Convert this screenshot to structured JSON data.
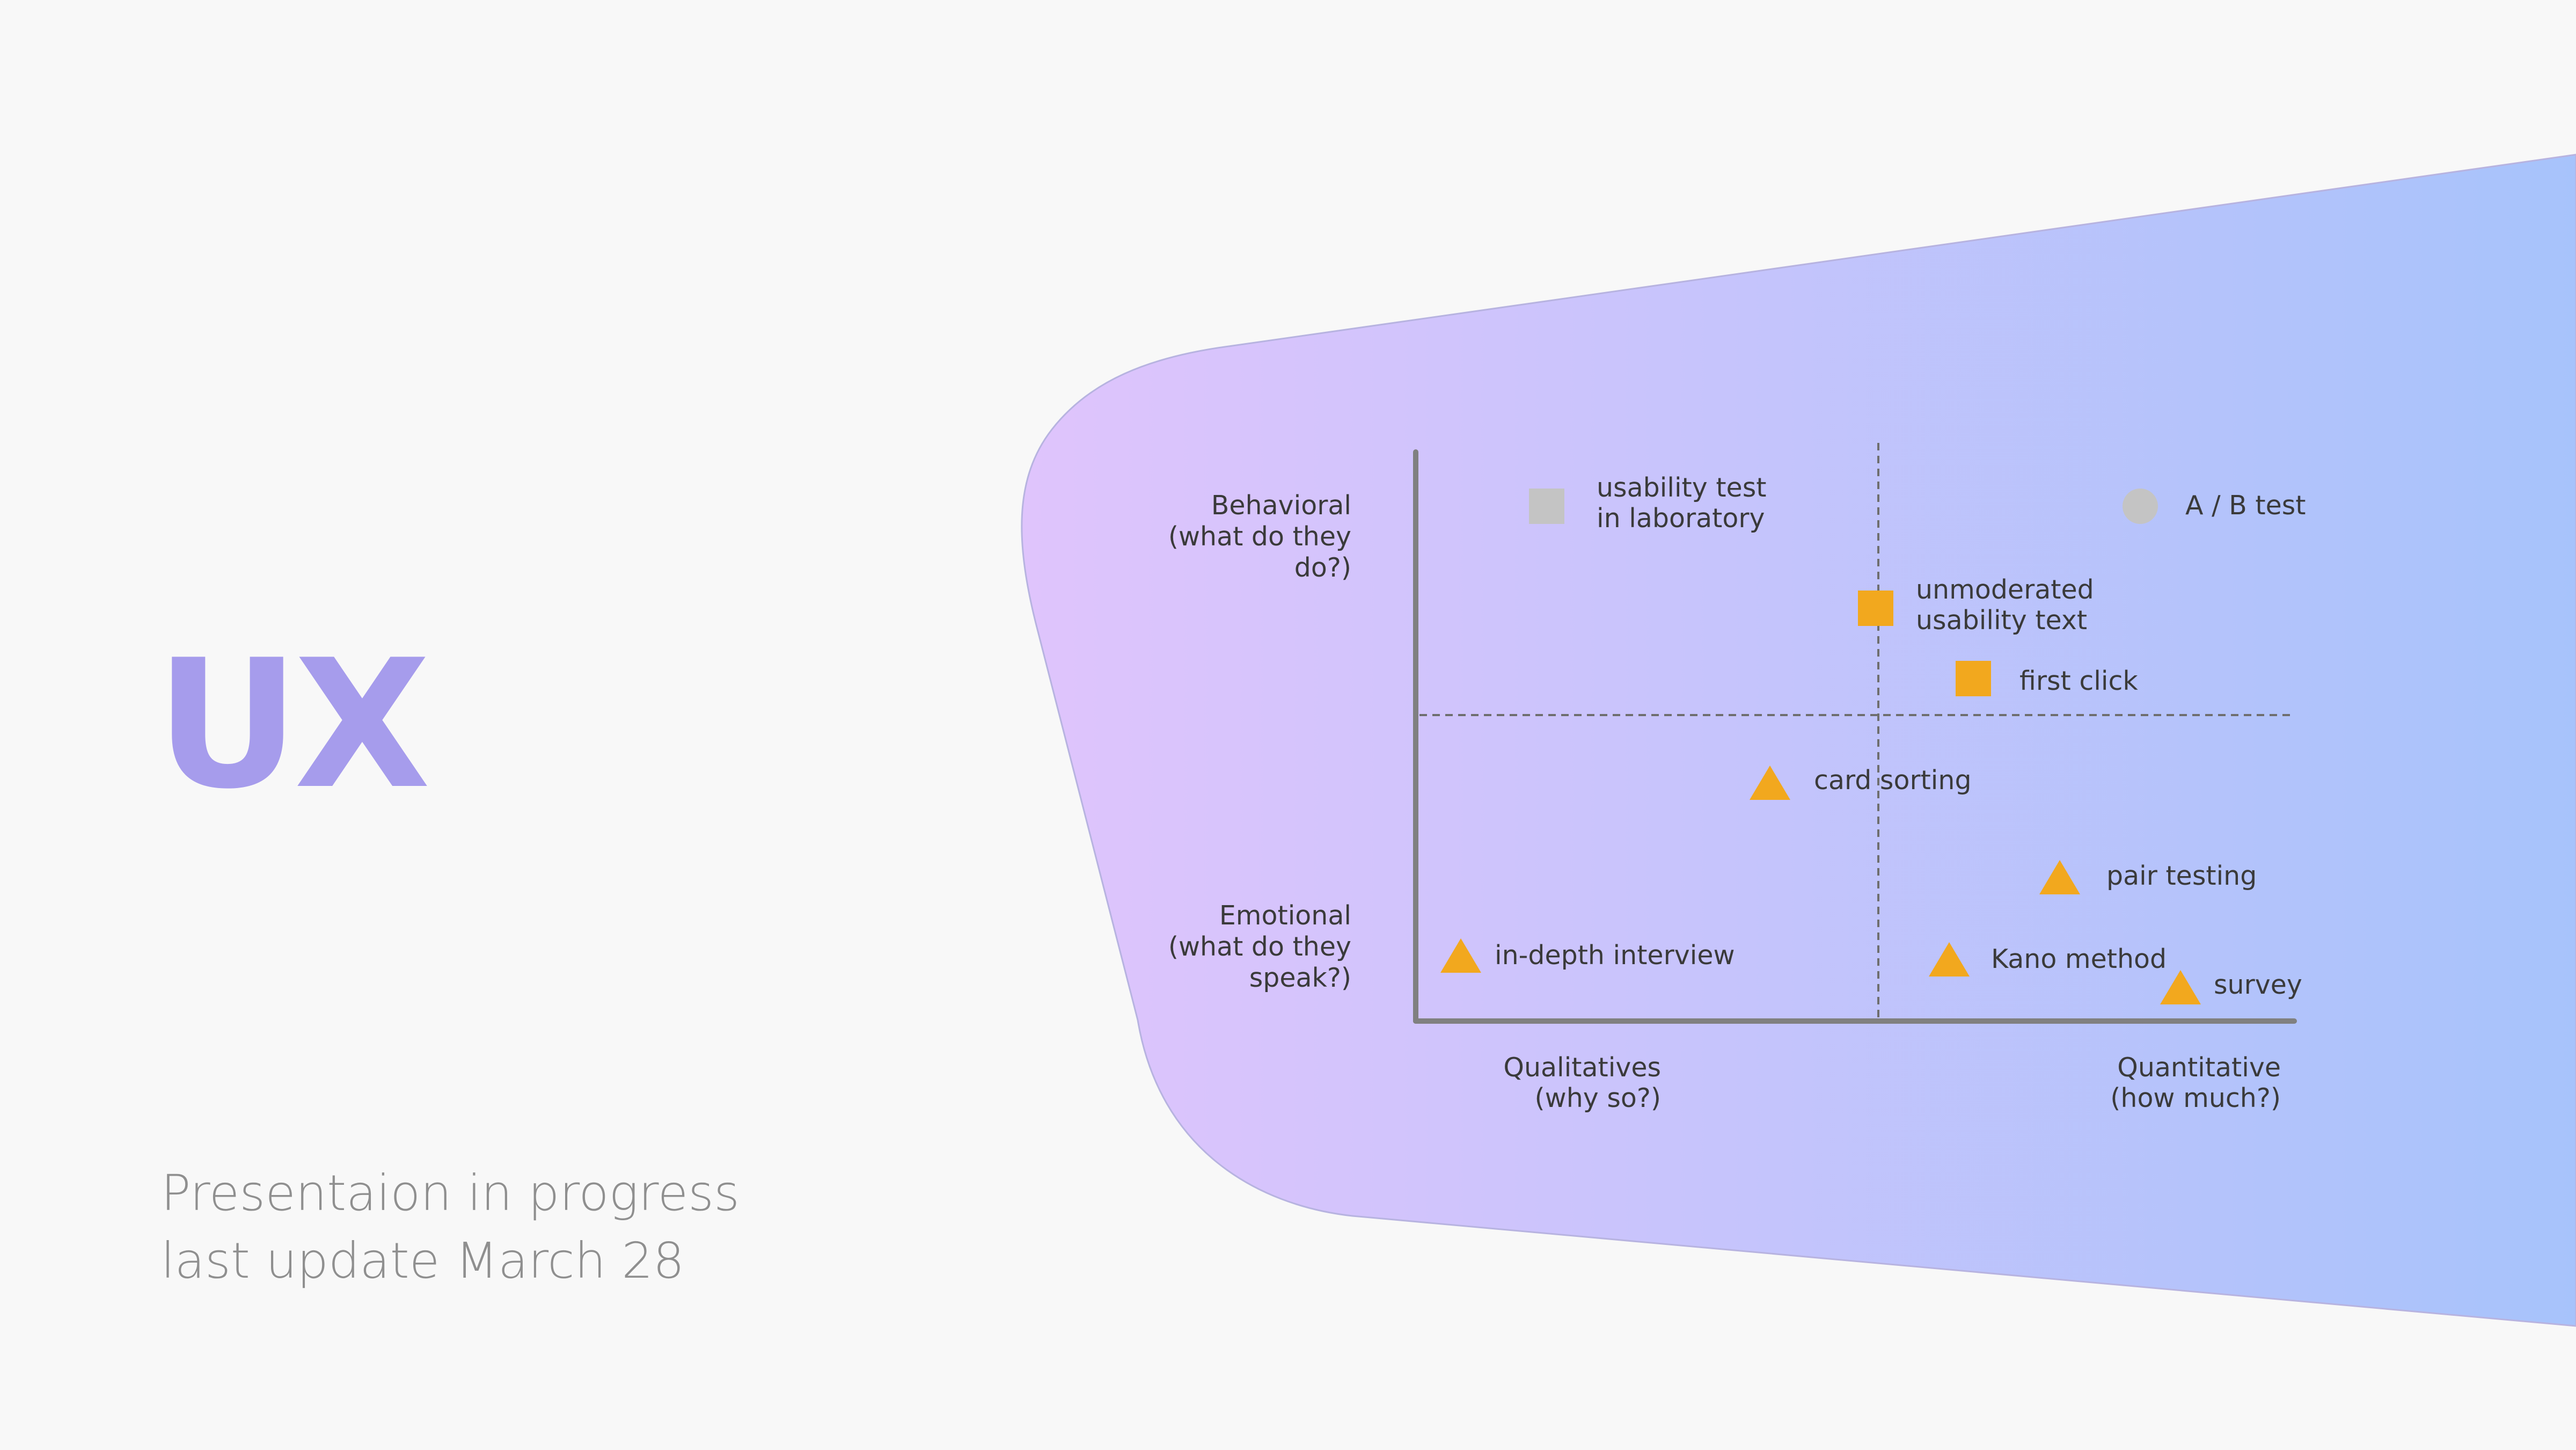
{
  "title": "UX",
  "subtitle": {
    "line1": "Presentaion in progress",
    "line2": "last update March 28"
  },
  "colors": {
    "background": "#f8f8f8",
    "title": "#a69cec",
    "panel_left": "#dfc4fc",
    "panel_right": "#a7c3fb",
    "accent_orange": "#f2a81e",
    "gray_marker": "#c4c4c4",
    "axis": "#808080"
  },
  "diagram": {
    "y_axis": {
      "top_label": [
        "Behavioral",
        "(what do they",
        "do?)"
      ],
      "bottom_label": [
        "Emotional",
        "(what do they",
        "speak?)"
      ]
    },
    "x_axis": {
      "left_label": [
        "Qualitatives",
        "(why so?)"
      ],
      "right_label": [
        "Quantitative",
        "(how much?)"
      ]
    },
    "methods": [
      {
        "label": [
          "usability test",
          "in laboratory"
        ],
        "shape": "square",
        "color": "gray"
      },
      {
        "label": [
          "A / B test"
        ],
        "shape": "circle",
        "color": "gray"
      },
      {
        "label": [
          "unmoderated",
          "usability text"
        ],
        "shape": "square",
        "color": "orange"
      },
      {
        "label": [
          "first click"
        ],
        "shape": "square",
        "color": "orange"
      },
      {
        "label": [
          "card sorting"
        ],
        "shape": "triangle",
        "color": "orange"
      },
      {
        "label": [
          "pair testing"
        ],
        "shape": "triangle",
        "color": "orange"
      },
      {
        "label": [
          "in-depth interview"
        ],
        "shape": "triangle",
        "color": "orange"
      },
      {
        "label": [
          "Kano method"
        ],
        "shape": "triangle",
        "color": "orange"
      },
      {
        "label": [
          "survey"
        ],
        "shape": "triangle",
        "color": "orange"
      }
    ]
  }
}
